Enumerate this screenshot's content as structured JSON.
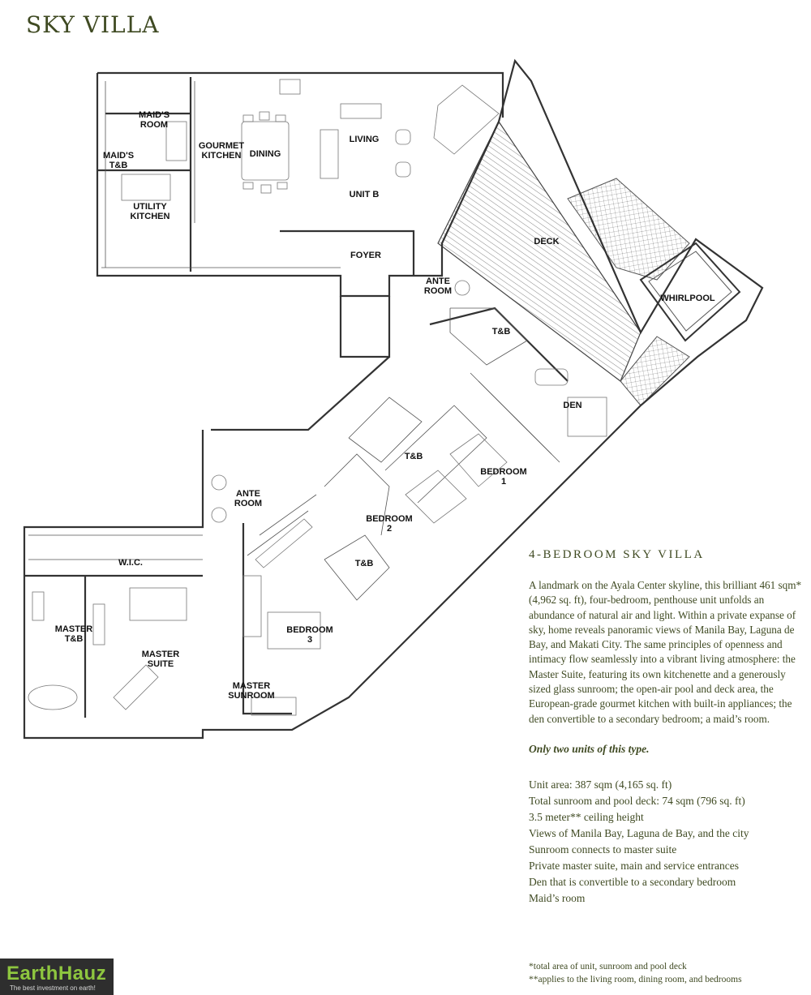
{
  "header": {
    "title": "SKY VILLA"
  },
  "plan": {
    "rooms": {
      "maids_room_1": "MAID'S",
      "maids_room_2": "ROOM",
      "maids_tb_1": "MAID'S",
      "maids_tb_2": "T&B",
      "gourmet_1": "GOURMET",
      "gourmet_2": "KITCHEN",
      "dining": "DINING",
      "living": "LIVING",
      "unit_b": "UNIT B",
      "utility_1": "UTILITY",
      "utility_2": "KITCHEN",
      "foyer": "FOYER",
      "deck": "DECK",
      "ante_room_top_1": "ANTE",
      "ante_room_top_2": "ROOM",
      "whirlpool": "WHIRLPOOL",
      "tb_top": "T&B",
      "den": "DEN",
      "tb_middle": "T&B",
      "bedroom1_1": "BEDROOM",
      "bedroom1_2": "1",
      "ante_room_bottom_1": "ANTE",
      "ante_room_bottom_2": "ROOM",
      "bedroom2_1": "BEDROOM",
      "bedroom2_2": "2",
      "wic": "W.I.C.",
      "tb_bottom": "T&B",
      "master_tb_1": "MASTER",
      "master_tb_2": "T&B",
      "master_suite_1": "MASTER",
      "master_suite_2": "SUITE",
      "bedroom3_1": "BEDROOM",
      "bedroom3_2": "3",
      "master_sunroom_1": "MASTER",
      "master_sunroom_2": "SUNROOM"
    }
  },
  "info": {
    "subhead": "4-BEDROOM SKY VILLA",
    "description": "A landmark on the Ayala Center skyline, this brilliant 461 sqm* (4,962 sq. ft), four-bedroom, penthouse unit unfolds an abundance of natural air and light. Within a private expanse of sky, home reveals panoramic views of Manila Bay, Laguna de Bay, and Makati City. The same principles of openness and intimacy flow seamlessly into a vibrant living atmosphere: the Master Suite, featuring its own kitchenette and a generously sized glass sunroom; the open-air pool and deck area, the European-grade gourmet kitchen with built-in appliances; the den convertible to a secondary bedroom; a maid’s room.",
    "note": "Only two units of this type.",
    "specs": [
      "Unit area: 387 sqm (4,165 sq. ft)",
      "Total sunroom and pool deck: 74 sqm (796 sq. ft)",
      "3.5 meter** ceiling height",
      "Views of Manila Bay, Laguna de Bay, and the city",
      "Sunroom connects to master suite",
      "Private master suite, main and service entrances",
      "Den that is convertible to a secondary bedroom",
      "Maid’s room"
    ],
    "footnotes": [
      "*total area of unit, sunroom and pool deck",
      "**applies to the living room, dining room, and bedrooms"
    ]
  },
  "logo": {
    "name": "EarthHauz",
    "tagline": "The best investment on earth!"
  }
}
